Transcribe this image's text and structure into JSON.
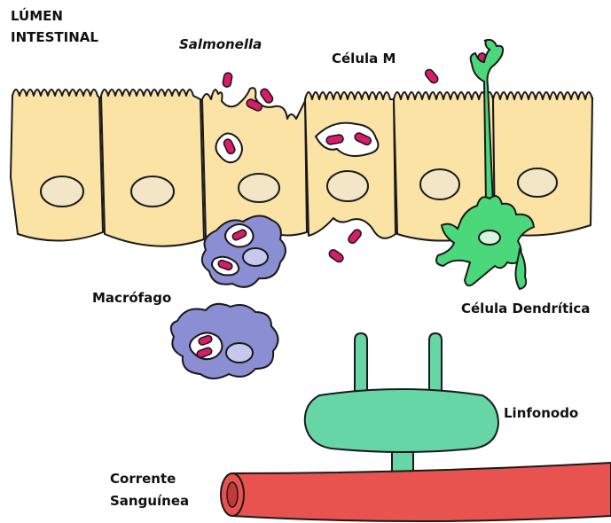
{
  "labels": {
    "lumen_line1": "LÚMEN",
    "lumen_line2": "INTESTINAL",
    "salmonella": "Salmonella",
    "celula_m": "Célula M",
    "macrofago": "Macrófago",
    "celula_dendritica": "Célula Dendrítica",
    "linfonodo": "Linfonodo",
    "corrente_line1": "Corrente",
    "corrente_line2": "Sanguínea"
  },
  "colors": {
    "epithelial_cell": "#fbe3a6",
    "nucleus": "#f3e6c6",
    "salmonella": "#d81b6a",
    "macrophage": "#8b8ed3",
    "macrophage_nucleus": "#c6c8ee",
    "dendritic_cell": "#4ad87a",
    "lymph_node": "#66d6a6",
    "blood_vessel": "#e8524f",
    "outline": "#1a1a1a"
  }
}
